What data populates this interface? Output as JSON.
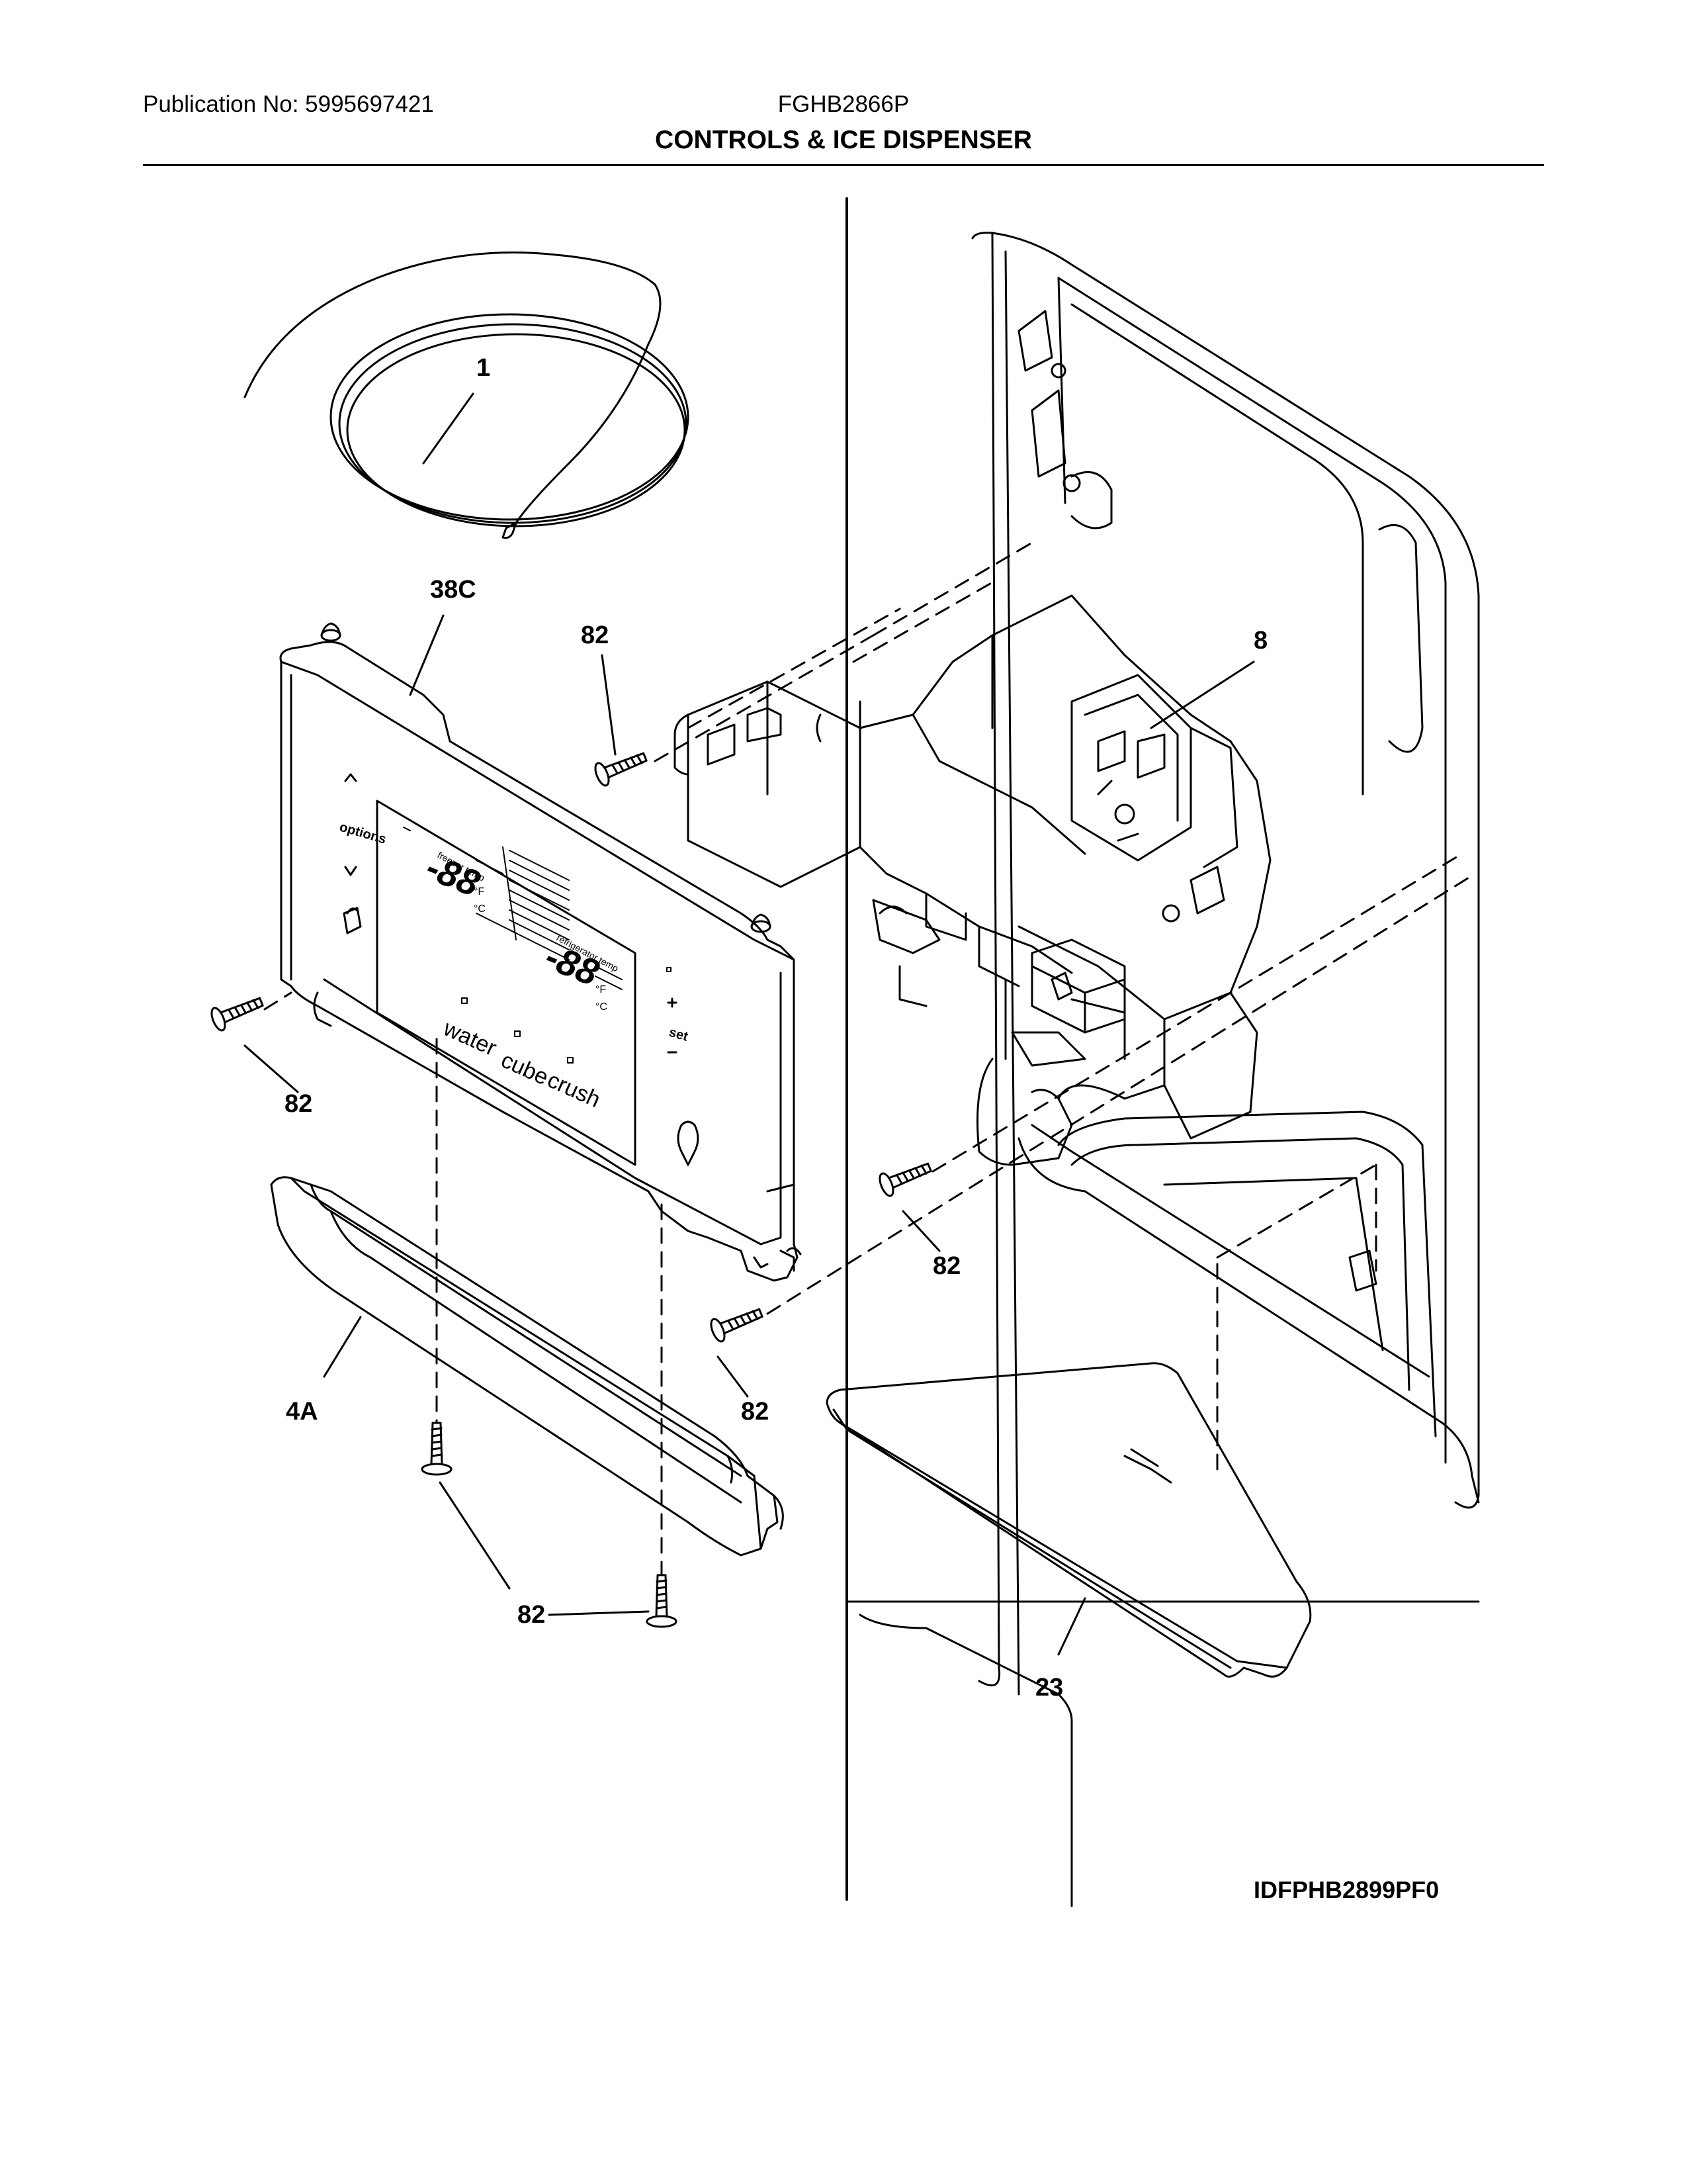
{
  "header": {
    "publication": "Publication No: 5995697421",
    "model": "FGHB2866P",
    "title": "CONTROLS & ICE DISPENSER"
  },
  "callouts": {
    "tubing": "1",
    "control_panel": "38C",
    "dispenser_module": "8",
    "trim": "4A",
    "drip_tray": "23",
    "screw": "82"
  },
  "panel": {
    "options": "options",
    "set": "set",
    "water": "water",
    "cube": "cube",
    "crush": "crush",
    "freezer_temp": "freezer temp",
    "refrigerator_temp": "refrigerator temp",
    "digits": "-88",
    "unit_f": "°F",
    "unit_c": "°C"
  },
  "reference_code": "IDFPHB2899PF0"
}
